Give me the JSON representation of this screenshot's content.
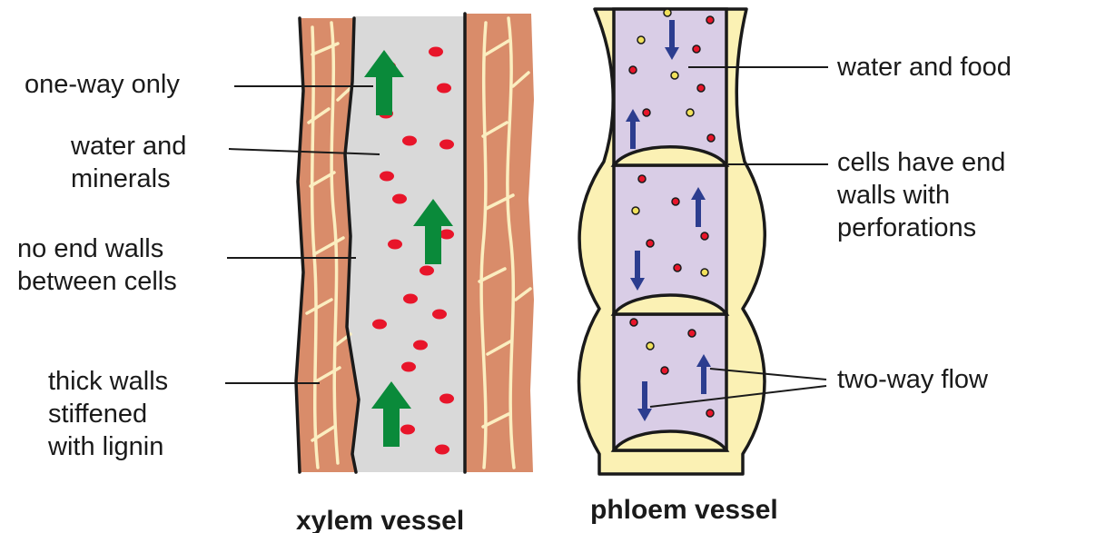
{
  "xylem": {
    "labels": {
      "one_way": "one-way only",
      "water_line1": "water and",
      "water_line2": "minerals",
      "no_end_line1": "no end walls",
      "no_end_line2": "between cells",
      "thick_line1": "thick walls",
      "thick_line2": "stiffened",
      "thick_line3": "with lignin"
    },
    "caption": "xylem vessel"
  },
  "phloem": {
    "labels": {
      "water_food": "water and food",
      "end_walls_line1": "cells have end",
      "end_walls_line2": "walls with",
      "end_walls_line3": "perforations",
      "two_way": "two-way flow"
    },
    "caption": "phloem vessel"
  },
  "colors": {
    "wall_brown": "#d98c6a",
    "fiber_line": "#fbeec0",
    "lumen_grey": "#d9d9d9",
    "dot_red": "#e8152a",
    "arrow_green": "#0a8a3a",
    "phloem_cell": "#d9cde6",
    "phloem_outer": "#fbf1b4",
    "arrow_blue": "#2c3d8f",
    "dot_yellow": "#f1e15c",
    "outline": "#1a1a1a"
  }
}
